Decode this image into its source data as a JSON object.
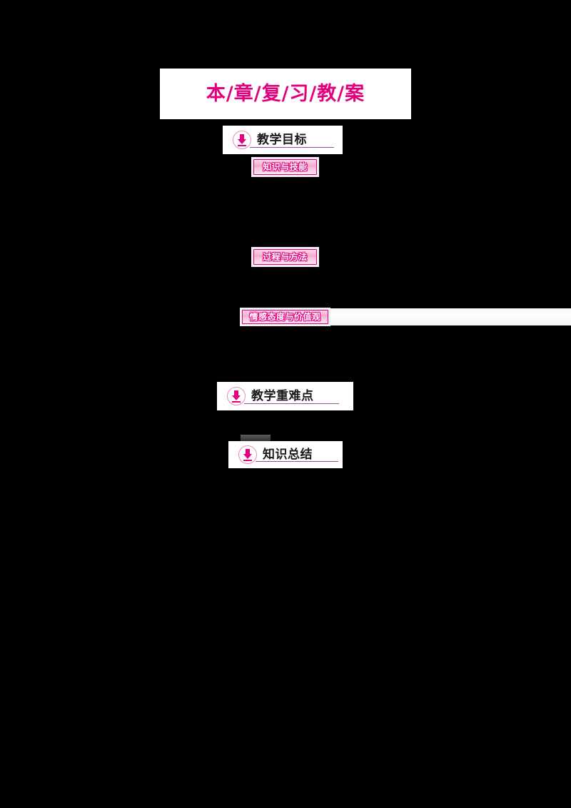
{
  "document": {
    "title": "本/章/复/习/教/案",
    "background_color": "#000000",
    "accent_color": "#e3007f",
    "rule_color": "#9b4f96",
    "panel_color": "#ffffff"
  },
  "banner": {
    "text": "本/章/复/习/教/案"
  },
  "sections": [
    {
      "id": "teaching-objectives",
      "icon": "circled-down-arrow-icon",
      "title": "教学目标"
    },
    {
      "id": "key-difficult-points",
      "icon": "circled-down-arrow-icon",
      "title": "教学重难点"
    },
    {
      "id": "knowledge-summary",
      "icon": "circled-down-arrow-icon",
      "title": "知识总结"
    }
  ],
  "badges": [
    {
      "id": "knowledge-and-skills",
      "text": "知识与技能"
    },
    {
      "id": "process-and-methods",
      "text": "过程与方法"
    },
    {
      "id": "emotion-attitude-and-values",
      "text": "情感态度与价值观"
    }
  ]
}
